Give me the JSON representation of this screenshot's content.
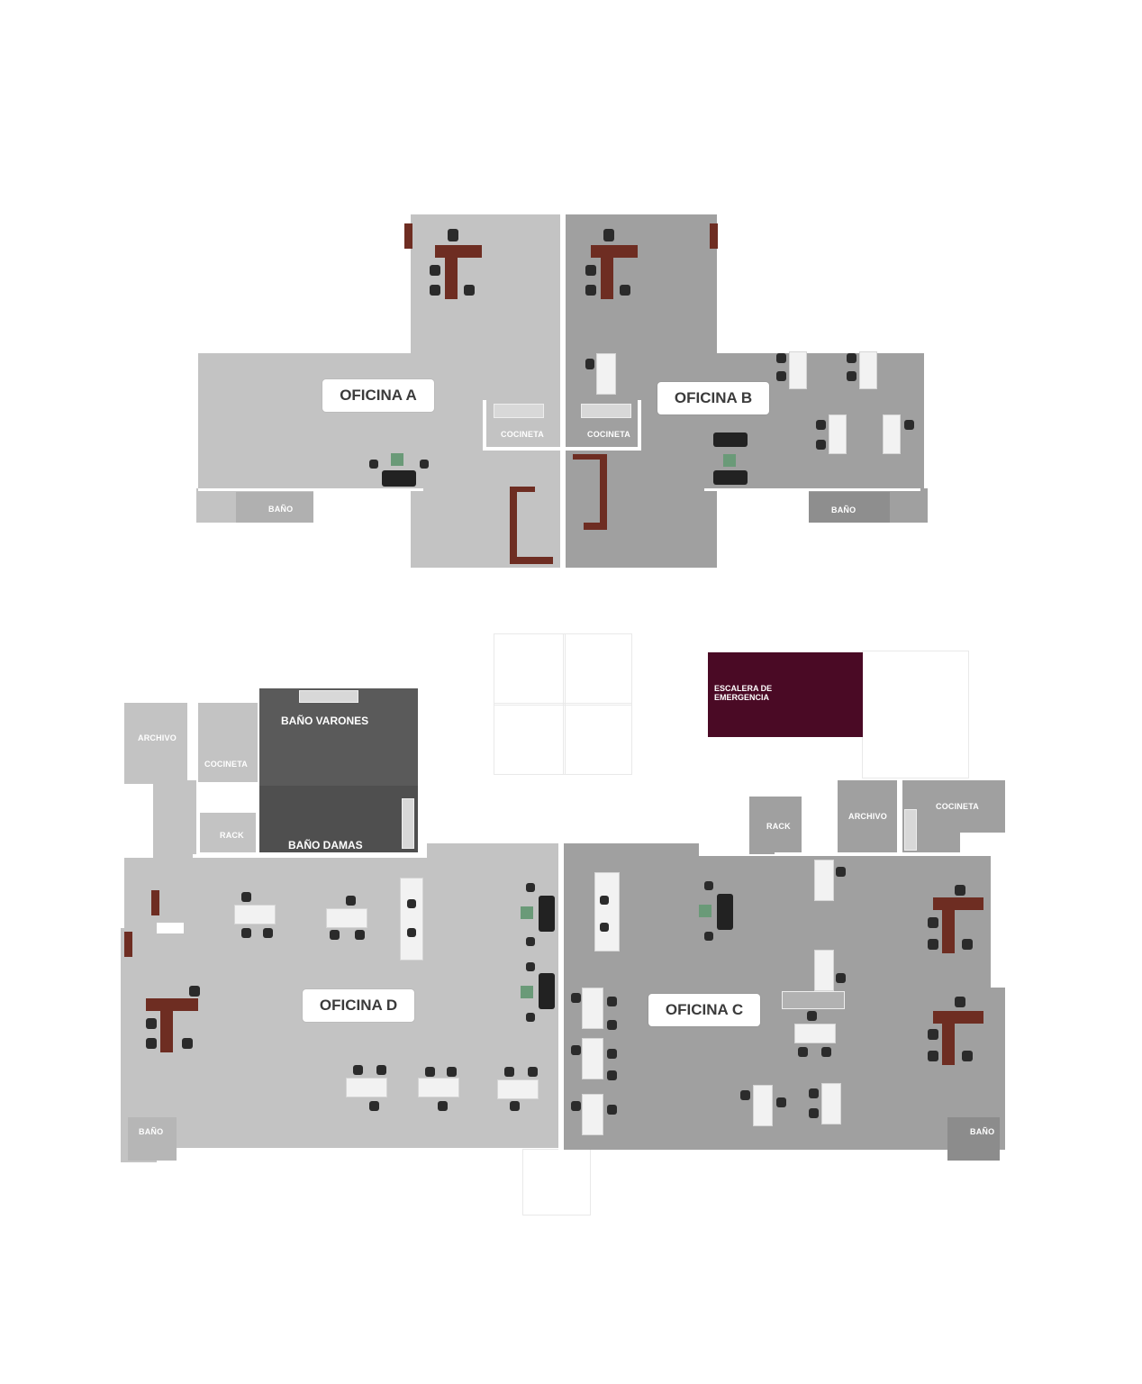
{
  "offices": {
    "a": "OFICINA A",
    "b": "OFICINA B",
    "c": "OFICINA C",
    "d": "OFICINA D"
  },
  "rooms": {
    "cocineta_a": "COCINETA",
    "cocineta_b": "COCINETA",
    "bano_a": "BAÑO",
    "bano_b": "BAÑO",
    "archivo_d": "ARCHIVO",
    "cocineta_d": "COCINETA",
    "rack_d": "RACK",
    "bano_varones": "BAÑO VARONES",
    "bano_damas": "BAÑO DAMAS",
    "stair": "ESCALERA DE EMERGENCIA",
    "rack_c": "RACK",
    "archivo_c": "ARCHIVO",
    "cocineta_c": "COCINETA",
    "bano_d": "BAÑO",
    "bano_c": "BAÑO"
  },
  "colors": {
    "light_floor": "#c3c3c3",
    "mid_floor": "#a0a0a0",
    "dark_floor": "#5a5a5a",
    "stair": "#4a0a25",
    "desk_wood": "#6e2d22"
  }
}
